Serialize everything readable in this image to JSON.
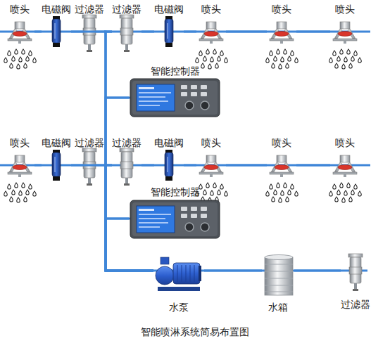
{
  "diagram": {
    "caption": "智能喷淋系统简易布置图",
    "nodes": [
      {
        "text": [
          "喷头"
        ]
      },
      {
        "text": [
          "电磁阀"
        ]
      },
      {
        "text": [
          "过滤器"
        ]
      },
      {
        "text": [
          "过滤器"
        ]
      },
      {
        "text": [
          "电磁阀"
        ]
      },
      {
        "text": [
          "喷头"
        ]
      },
      {
        "text": [
          "喷头"
        ]
      },
      {
        "text": [
          "喷头"
        ]
      },
      {
        "text": [
          "智能控制器"
        ]
      },
      {
        "text": [
          "喷头"
        ]
      },
      {
        "text": [
          "电磁阀"
        ]
      },
      {
        "text": [
          "过滤器"
        ]
      },
      {
        "text": [
          "过滤器"
        ]
      },
      {
        "text": [
          "电磁阀"
        ]
      },
      {
        "text": [
          "喷头"
        ]
      },
      {
        "text": [
          "喷头"
        ]
      },
      {
        "text": [
          "喷头"
        ]
      },
      {
        "text": [
          "智能控制器"
        ]
      },
      {
        "text": [
          "水泵"
        ]
      },
      {
        "text": [
          "水箱"
        ]
      },
      {
        "text": [
          "过滤器"
        ]
      }
    ],
    "edges": [
      {
        "from": 0,
        "to": 1,
        "arrow": "none"
      },
      {
        "from": 1,
        "to": 2,
        "arrow": "none"
      },
      {
        "from": 2,
        "to": 3,
        "arrow": "none"
      },
      {
        "from": 3,
        "to": 4,
        "arrow": "none"
      },
      {
        "from": 4,
        "to": 5,
        "arrow": "none"
      },
      {
        "from": 5,
        "to": 6,
        "arrow": "none"
      },
      {
        "from": 6,
        "to": 7,
        "arrow": "none"
      },
      {
        "from": 9,
        "to": 10,
        "arrow": "none"
      },
      {
        "from": 10,
        "to": 11,
        "arrow": "none"
      },
      {
        "from": 11,
        "to": 12,
        "arrow": "none"
      },
      {
        "from": 12,
        "to": 13,
        "arrow": "none"
      },
      {
        "from": 13,
        "to": 14,
        "arrow": "none"
      },
      {
        "from": 14,
        "to": 15,
        "arrow": "none"
      },
      {
        "from": 15,
        "to": 16,
        "arrow": "none"
      },
      {
        "from": 18,
        "to": 19,
        "arrow": "none"
      },
      {
        "from": 19,
        "to": 20,
        "arrow": "none"
      },
      {
        "from": 18,
        "to": 2,
        "arrow": "none"
      },
      {
        "from": 18,
        "to": 3,
        "arrow": "none"
      },
      {
        "from": 18,
        "to": 8,
        "arrow": "none"
      },
      {
        "from": 18,
        "to": 11,
        "arrow": "none"
      },
      {
        "from": 18,
        "to": 12,
        "arrow": "none"
      },
      {
        "from": 18,
        "to": 17,
        "arrow": "none"
      }
    ]
  }
}
